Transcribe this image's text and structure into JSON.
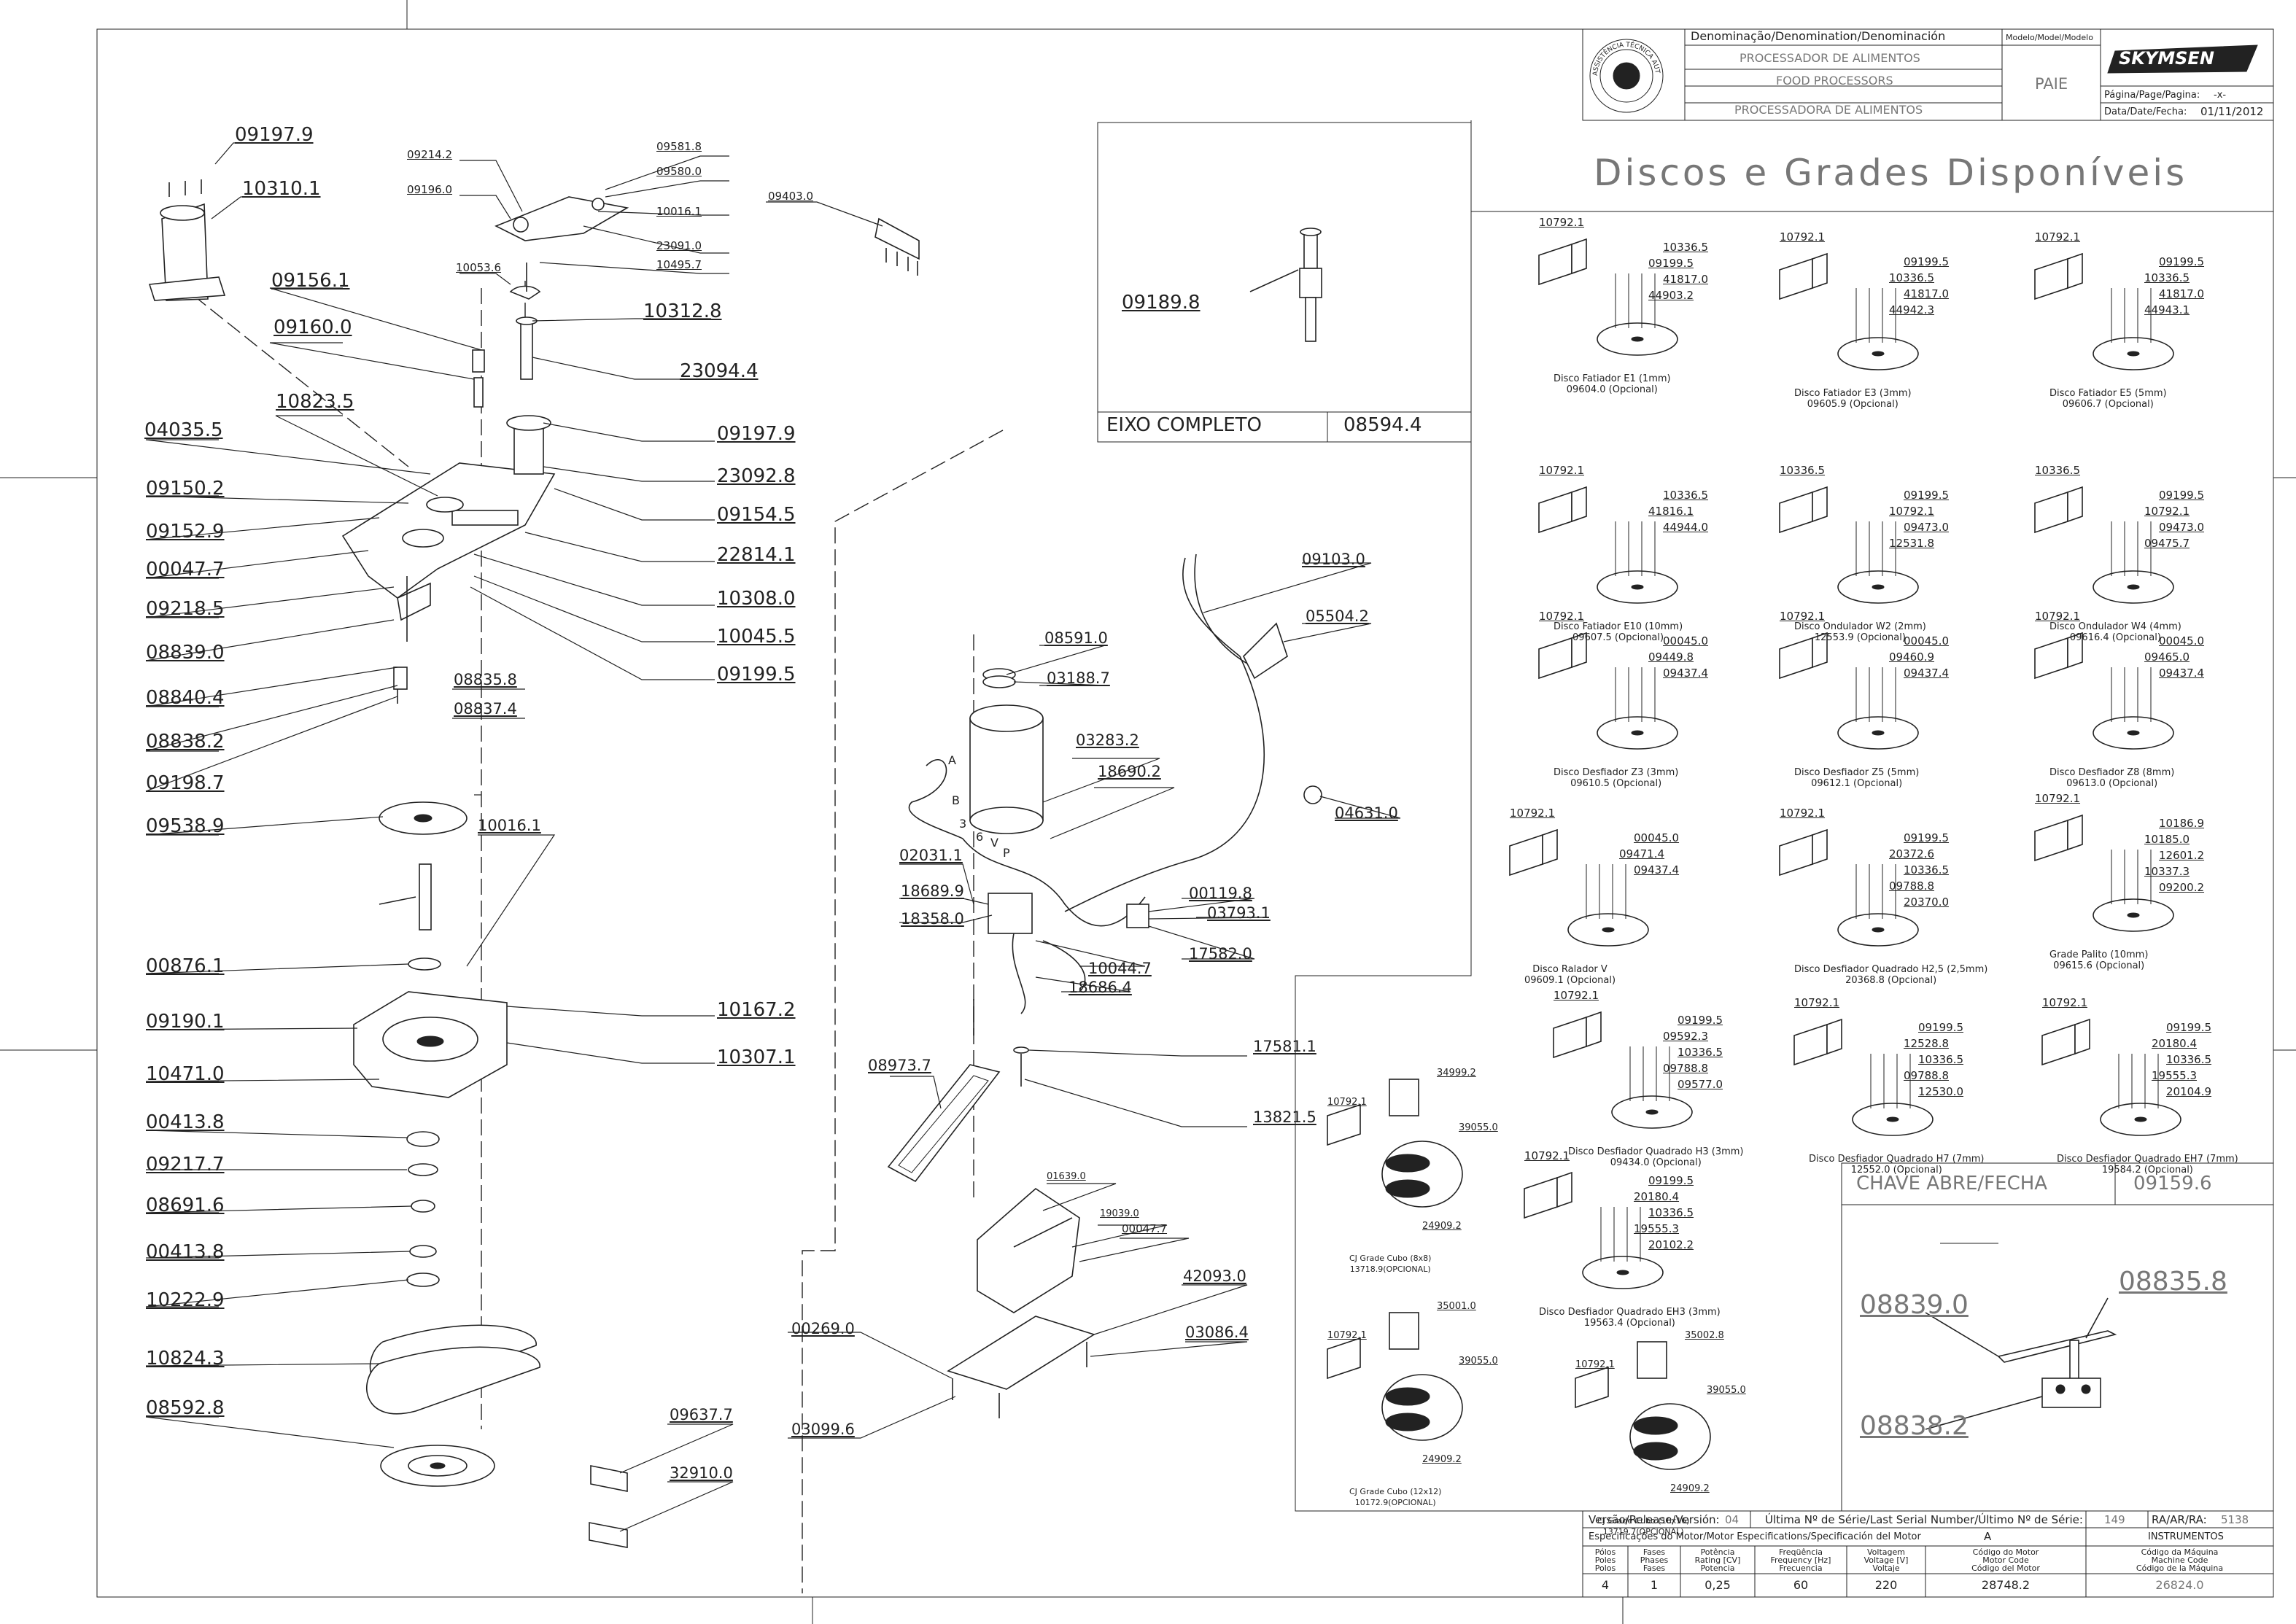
{
  "title_block": {
    "denomination_header": "Denominação/Denomination/Denominación",
    "model_header": "Modelo/Model/Modelo",
    "name_pt": "PROCESSADOR DE ALIMENTOS",
    "name_en": "FOOD PROCESSORS",
    "name_es": "PROCESSADORA DE ALIMENTOS",
    "model": "PAIE",
    "brand": "SKYMSEN",
    "page_label": "Página/Page/Pagina:",
    "page_value": "-x-",
    "date_label": "Data/Date/Fecha:",
    "date_value": "01/11/2012",
    "stamp_text": "ASSISTÊNCIA TÉCNICA AUTORIZADA"
  },
  "discs_title": "Discos e Grades Disponíveis",
  "eixo": {
    "part": "09189.8",
    "label": "EIXO COMPLETO",
    "code": "08594.4"
  },
  "chave": {
    "label": "CHAVE ABRE/FECHA",
    "code": "09159.6",
    "parts": [
      "08839.0",
      "08835.8",
      "08838.2"
    ]
  },
  "left_parts": [
    "09197.9",
    "10310.1",
    "09156.1",
    "09160.0",
    "10823.5",
    "04035.5",
    "09150.2",
    "09152.9",
    "00047.7",
    "09218.5",
    "08839.0",
    "08840.4",
    "08838.2",
    "09198.7",
    "09538.9",
    "00876.1",
    "09190.1",
    "10471.0",
    "00413.8",
    "09217.7",
    "08691.6",
    "00413.8",
    "10222.9",
    "10824.3",
    "08592.8"
  ],
  "left_right_parts": [
    "08835.8",
    "08837.4",
    "10016.1"
  ],
  "lid_parts_small": [
    "09214.2",
    "09196.0",
    "10053.6",
    "09581.8",
    "09580.0",
    "10016.1",
    "23091.0",
    "10495.7"
  ],
  "lid_parts_large": [
    "10312.8",
    "23094.4",
    "09197.9",
    "23092.8",
    "09154.5",
    "22814.1",
    "10308.0",
    "10045.5",
    "09199.5",
    "10167.2",
    "10307.1"
  ],
  "pusher_part": "09403.0",
  "motor_parts": [
    "08591.0",
    "03188.7",
    "03283.2",
    "18690.2",
    "02031.1",
    "18689.9",
    "18358.0",
    "10044.7",
    "18686.4",
    "00119.8",
    "03793.1",
    "17582.0",
    "17581.1",
    "13821.5",
    "09103.0",
    "05504.2",
    "04631.0"
  ],
  "base_parts": [
    "08973.7",
    "01639.0",
    "19039.0",
    "00047.7",
    "42093.0",
    "00269.0",
    "03086.4",
    "03099.6",
    "09637.7",
    "32910.0"
  ],
  "motor_letters": [
    "A",
    "B",
    "3",
    "6",
    "V",
    "P"
  ],
  "discs": [
    {
      "name": "Disco Fatiador E1 (1mm)",
      "code": "09604.0 (Opcional)",
      "parts": [
        "10792.1",
        "10336.5",
        "09199.5",
        "41817.0",
        "44903.2"
      ]
    },
    {
      "name": "Disco Fatiador E3 (3mm)",
      "code": "09605.9 (Opcional)",
      "parts": [
        "10792.1",
        "09199.5",
        "10336.5",
        "41817.0",
        "44942.3"
      ]
    },
    {
      "name": "Disco Fatiador E5 (5mm)",
      "code": "09606.7 (Opcional)",
      "parts": [
        "10792.1",
        "09199.5",
        "10336.5",
        "41817.0",
        "44943.1"
      ]
    },
    {
      "name": "Disco Fatiador E10 (10mm)",
      "code": "09607.5 (Opcional)",
      "parts": [
        "10792.1",
        "10336.5",
        "41816.1",
        "44944.0"
      ]
    },
    {
      "name": "Disco Ondulador W2 (2mm)",
      "code": "12553.9 (Opcional)",
      "parts": [
        "10336.5",
        "09199.5",
        "10792.1",
        "09473.0",
        "12531.8"
      ]
    },
    {
      "name": "Disco Ondulador W4 (4mm)",
      "code": "09616.4 (Opcional)",
      "parts": [
        "10336.5",
        "09199.5",
        "10792.1",
        "09473.0",
        "09475.7"
      ]
    },
    {
      "name": "Disco Desfiador Z3 (3mm)",
      "code": "09610.5 (Opcional)",
      "parts": [
        "10792.1",
        "00045.0",
        "09449.8",
        "09437.4"
      ]
    },
    {
      "name": "Disco Desfiador Z5 (5mm)",
      "code": "09612.1 (Opcional)",
      "parts": [
        "10792.1",
        "00045.0",
        "09460.9",
        "09437.4"
      ]
    },
    {
      "name": "Disco Desfiador Z8 (8mm)",
      "code": "09613.0 (Opcional)",
      "parts": [
        "10792.1",
        "00045.0",
        "09465.0",
        "09437.4"
      ]
    },
    {
      "name": "Disco Ralador V",
      "code": "09609.1 (Opcional)",
      "parts": [
        "10792.1",
        "00045.0",
        "09471.4",
        "09437.4"
      ]
    },
    {
      "name": "Disco Desfiador Quadrado H2,5 (2,5mm)",
      "code": "20368.8 (Opcional)",
      "parts": [
        "10792.1",
        "09199.5",
        "20372.6",
        "10336.5",
        "09788.8",
        "20370.0"
      ]
    },
    {
      "name": "Grade Palito (10mm)",
      "code": "09615.6 (Opcional)",
      "parts": [
        "10792.1",
        "10186.9",
        "10185.0",
        "12601.2",
        "10337.3",
        "09200.2"
      ]
    },
    {
      "name": "Disco Desfiador Quadrado H3 (3mm)",
      "code": "09434.0 (Opcional)",
      "parts": [
        "10792.1",
        "09199.5",
        "09592.3",
        "10336.5",
        "09788.8",
        "09577.0"
      ]
    },
    {
      "name": "Disco Desfiador Quadrado H7 (7mm)",
      "code": "12552.0 (Opcional)",
      "parts": [
        "10792.1",
        "09199.5",
        "12528.8",
        "10336.5",
        "09788.8",
        "12530.0"
      ]
    },
    {
      "name": "Disco Desfiador Quadrado EH7 (7mm)",
      "code": "19584.2 (Opcional)",
      "parts": [
        "10792.1",
        "09199.5",
        "20180.4",
        "10336.5",
        "19555.3",
        "20104.9"
      ]
    },
    {
      "name": "Disco Desfiador Quadrado EH3 (3mm)",
      "code": "19563.4 (Opcional)",
      "parts": [
        "10792.1",
        "09199.5",
        "20180.4",
        "10336.5",
        "19555.3",
        "20102.2"
      ]
    }
  ],
  "grade_cubo": [
    {
      "name": "CJ Grade Cubo (8x8)",
      "code": "13718.9(OPCIONAL)",
      "parts": [
        "34999.2",
        "10792.1",
        "39055.0",
        "24909.2"
      ]
    },
    {
      "name": "CJ Grade Cubo (12x12)",
      "code": "10172.9(OPCIONAL)",
      "parts": [
        "35001.0",
        "10792.1",
        "39055.0",
        "24909.2"
      ]
    },
    {
      "name": "CJ Grade Cubo (16x16)",
      "code": "13719.7(OPCIONAL)",
      "parts": [
        "35002.8",
        "10792.1",
        "39055.0",
        "24909.2"
      ]
    }
  ],
  "bottom_table": {
    "version_label": "Versão/Release/Versión:",
    "version": "04",
    "serial_label": "Última Nº de Série/Last Serial Number/Último Nº de Série:",
    "serial": "149",
    "ra_label": "RA/AR/RA:",
    "ra": "5138",
    "motor_spec_label": "Especificações do Motor/Motor Especifications/Specificación del Motor",
    "motor_spec_value": "A",
    "instruments": "INSTRUMENTOS",
    "headers": [
      [
        "Pólos",
        "Poles",
        "Polos"
      ],
      [
        "Fases",
        "Phases",
        "Fases"
      ],
      [
        "Potência",
        "Rating [CV]",
        "Potencia"
      ],
      [
        "Freqüência",
        "Frequency [Hz]",
        "Frecuencia"
      ],
      [
        "Voltagem",
        "Voltage [V]",
        "Voltaje"
      ],
      [
        "Código do Motor",
        "Motor Code",
        "Código del Motor"
      ],
      [
        "Código da Máquina",
        "Machine Code",
        "Código de la Máquina"
      ]
    ],
    "values": [
      "4",
      "1",
      "0,25",
      "60",
      "220",
      "28748.2",
      "26824.0"
    ]
  }
}
